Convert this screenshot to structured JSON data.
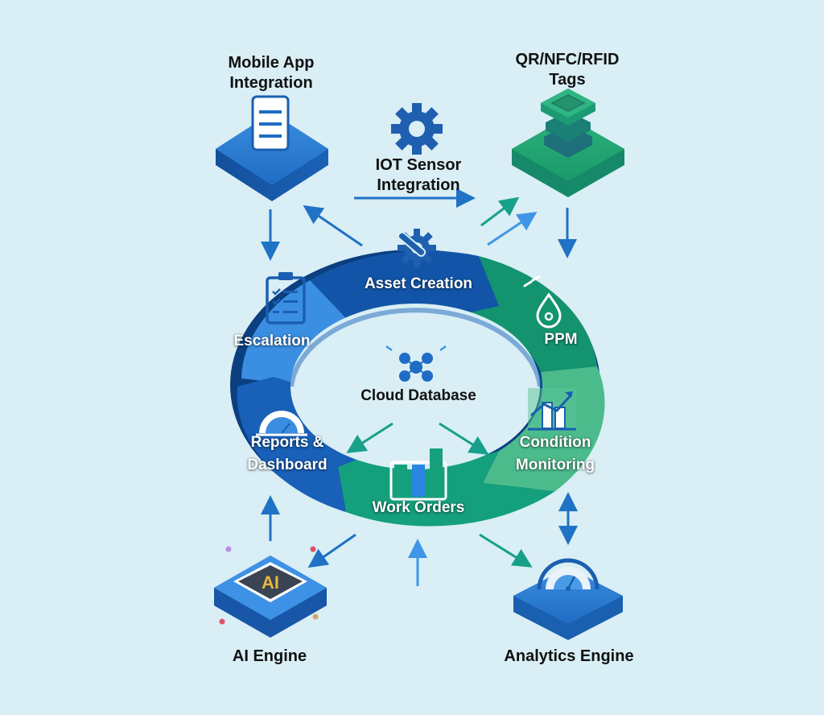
{
  "diagram": {
    "theme": {
      "background": "#d9eef5",
      "blue_dark": "#0d4f9e",
      "blue_mid": "#1a6fc9",
      "blue_light": "#3a92e6",
      "green_dark": "#0c8a6b",
      "green_mid": "#16a37f",
      "green_light": "#4cbf8f",
      "arrow_blue": "#1f72c4",
      "arrow_teal": "#17a08a"
    },
    "center": {
      "label": "Cloud Database",
      "icon": "network-nodes-icon"
    },
    "outer_nodes": [
      {
        "id": "mobile",
        "label_lines": [
          "Mobile App",
          "Integration"
        ],
        "icon": "document-list-icon",
        "color": "blue"
      },
      {
        "id": "tags",
        "label_lines": [
          "QR/NFC/RFID",
          "Tags"
        ],
        "icon": "stacked-chip-icon",
        "color": "green"
      },
      {
        "id": "iot",
        "label_lines": [
          "IOT Sensor",
          "Integration"
        ],
        "icon": "gear-icon",
        "color": "blue"
      },
      {
        "id": "ai",
        "label_lines": [
          "AI Engine"
        ],
        "icon": "ai-chip-icon",
        "color": "blue",
        "chip_text": "AI"
      },
      {
        "id": "analytics",
        "label_lines": [
          "Analytics Engine"
        ],
        "icon": "speedometer-icon",
        "color": "blue"
      }
    ],
    "ring_segments": [
      {
        "id": "asset-creation",
        "label_lines": [
          "Asset Creation"
        ],
        "icon": "wrench-gear-icon"
      },
      {
        "id": "ppm",
        "label_lines": [
          "PPM"
        ],
        "icon": "droplet-icon"
      },
      {
        "id": "condition-monitoring",
        "label_lines": [
          "Condition",
          "Monitoring"
        ],
        "icon": "trend-chart-icon"
      },
      {
        "id": "work-orders",
        "label_lines": [
          "Work Orders"
        ],
        "icon": "bar-chart-icon"
      },
      {
        "id": "reports-dashboard",
        "label_lines": [
          "Reports &",
          "Dashboard"
        ],
        "icon": "gauge-icon"
      },
      {
        "id": "escalation",
        "label_lines": [
          "Escalation"
        ],
        "icon": "clipboard-checklist-icon"
      }
    ],
    "connections": [
      {
        "from": "mobile",
        "to": "escalation",
        "direction": "one-way"
      },
      {
        "from": "asset-creation",
        "to": "mobile",
        "direction": "one-way"
      },
      {
        "from": "iot",
        "to": "tags",
        "direction": "one-way"
      },
      {
        "from": "asset-creation",
        "to": "tags",
        "direction": "one-way"
      },
      {
        "from": "tags",
        "to": "ppm",
        "direction": "one-way"
      },
      {
        "from": "cloud-database",
        "to": "reports-dashboard",
        "direction": "one-way"
      },
      {
        "from": "cloud-database",
        "to": "condition-monitoring",
        "direction": "one-way"
      },
      {
        "from": "ai",
        "to": "reports-dashboard",
        "direction": "one-way"
      },
      {
        "from": "work-orders",
        "to": "ai",
        "direction": "one-way"
      },
      {
        "from": "external",
        "to": "work-orders",
        "direction": "one-way"
      },
      {
        "from": "work-orders",
        "to": "analytics",
        "direction": "one-way"
      },
      {
        "from": "condition-monitoring",
        "to": "analytics",
        "direction": "two-way"
      }
    ]
  }
}
